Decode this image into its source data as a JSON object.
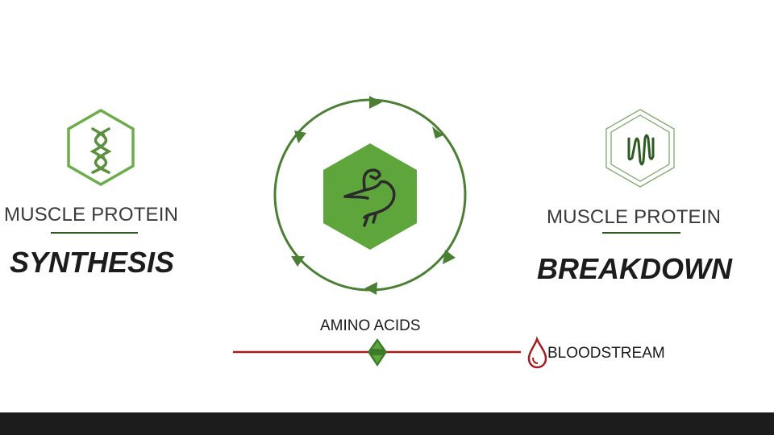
{
  "synthesis": {
    "header": "MUSCLE PROTEIN",
    "title": "SYNTHESIS",
    "icon": "dna-icon"
  },
  "breakdown": {
    "header": "MUSCLE PROTEIN",
    "title": "BREAKDOWN",
    "icon": "coil-icon"
  },
  "center": {
    "icon": "flexed-arm-icon",
    "cycle": "circular-arrows"
  },
  "amino_acids": {
    "label": "AMINO ACIDS"
  },
  "bloodstream": {
    "label": "BLOODSTREAM",
    "icon": "blood-drop-icon"
  },
  "colors": {
    "green_primary": "#5ea63b",
    "green_dark": "#3d7a2a",
    "green_light": "#6fa64f",
    "blood_red": "#a61b1b",
    "text": "#1c1c1c",
    "footer": "#1c1c1c"
  }
}
